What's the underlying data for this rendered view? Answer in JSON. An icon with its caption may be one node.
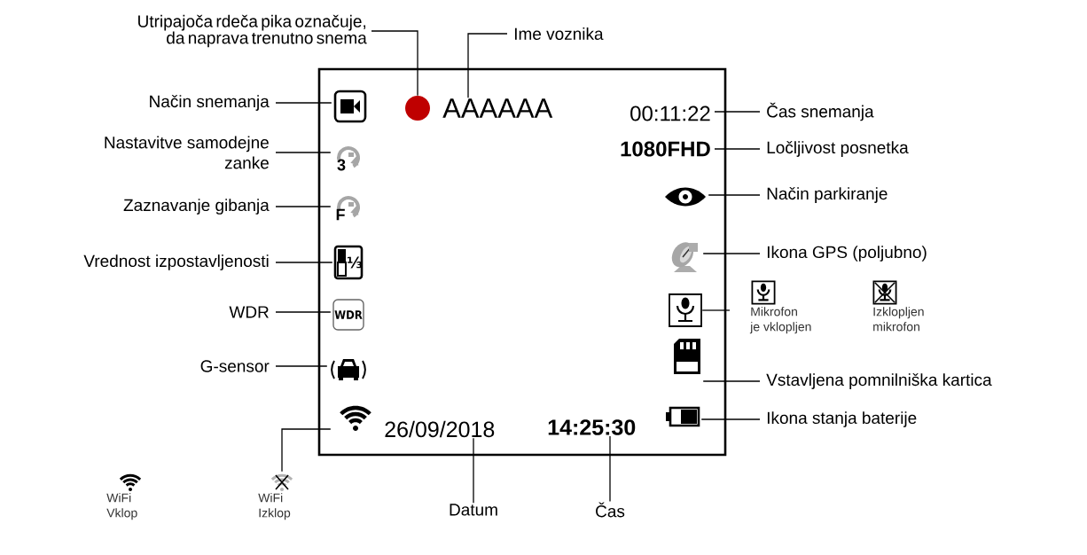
{
  "diagram": {
    "nodes": [
      {
        "text": [],
        "shape": "box"
      },
      {
        "text": [
          "Utripajoča rdeča pika označuje, da naprava trenutno snema"
        ]
      },
      {
        "text": [],
        "shape": "circle",
        "in": 0
      },
      {
        "text": [
          "Ime voznika"
        ]
      },
      {
        "text": [
          "AAAAAA"
        ],
        "in": 0
      },
      {
        "text": [
          "Način snemanja"
        ]
      },
      {
        "text": [],
        "shape": "picture",
        "in": 0
      },
      {
        "text": [
          "Nastavitve samodejne zanke"
        ]
      },
      {
        "text": [
          "3"
        ],
        "in": 0
      },
      {
        "text": [
          "Zaznavanje gibanja"
        ]
      },
      {
        "text": [
          "F"
        ],
        "in": 0
      },
      {
        "text": [
          "Vrednost izpostavljenosti"
        ]
      },
      {
        "text": [
          "⅓"
        ],
        "in": 0
      },
      {
        "text": [
          "WDR"
        ]
      },
      {
        "text": [
          "WDR"
        ],
        "in": 0
      },
      {
        "text": [
          "G-sensor"
        ]
      },
      {
        "text": [],
        "shape": "picture",
        "in": 0
      },
      {
        "text": [],
        "shape": "picture",
        "in": 0
      },
      {
        "text": [
          "26/09/2018"
        ],
        "in": 0
      },
      {
        "text": [
          "14:25:30"
        ],
        "in": 0
      },
      {
        "text": [
          "00:11:22"
        ],
        "in": 0
      },
      {
        "text": [
          "Čas snemanja"
        ]
      },
      {
        "text": [
          "1080FHD"
        ],
        "in": 0
      },
      {
        "text": [
          "Ločljivost posnetka"
        ]
      },
      {
        "text": [],
        "shape": "picture",
        "in": 0
      },
      {
        "text": [
          "Način parkiranje"
        ]
      },
      {
        "text": [],
        "shape": "picture",
        "in": 0
      },
      {
        "text": [
          "Ikona GPS (poljubno)"
        ]
      },
      {
        "text": [],
        "shape": "picture",
        "in": 0
      },
      {
        "text": [],
        "shape": "picture",
        "beside": [
          "Mikrofon je vklopljen"
        ]
      },
      {
        "text": [],
        "shape": "picture",
        "beside": [
          "Izklopljen mikrofon"
        ]
      },
      {
        "text": [],
        "shape": "picture",
        "in": 0
      },
      {
        "text": [
          "Vstavljena pomnilniška kartica"
        ]
      },
      {
        "text": [],
        "shape": "picture",
        "in": 0
      },
      {
        "text": [
          "Ikona stanja baterije"
        ]
      },
      {
        "text": [],
        "shape": "picture",
        "beside": [
          "WiFi Vklop"
        ]
      },
      {
        "text": [],
        "shape": "picture",
        "beside": [
          "WiFi Izklop"
        ]
      },
      {
        "text": [
          "Datum"
        ]
      },
      {
        "text": [
          "Čas"
        ]
      }
    ],
    "edges": [
      {
        "from": 1,
        "to": 2,
        "arrow": "none"
      },
      {
        "from": 3,
        "to": 4,
        "arrow": "none"
      },
      {
        "from": 5,
        "to": 6,
        "arrow": "none"
      },
      {
        "from": 7,
        "to": 8,
        "arrow": "none"
      },
      {
        "from": 9,
        "to": 10,
        "arrow": "none"
      },
      {
        "from": 11,
        "to": 12,
        "arrow": "none"
      },
      {
        "from": 13,
        "to": 14,
        "arrow": "none"
      },
      {
        "from": 15,
        "to": 16,
        "arrow": "none"
      },
      {
        "from": 21,
        "to": 20,
        "arrow": "none"
      },
      {
        "from": 23,
        "to": 22,
        "arrow": "none"
      },
      {
        "from": 25,
        "to": 24,
        "arrow": "none"
      },
      {
        "from": 27,
        "to": 26,
        "arrow": "none"
      },
      {
        "from": 28,
        "to": null,
        "arrow": "none"
      },
      {
        "from": 32,
        "to": 31,
        "arrow": "none"
      },
      {
        "from": 34,
        "to": 33,
        "arrow": "none"
      },
      {
        "from": 36,
        "to": 17,
        "arrow": "none"
      },
      {
        "from": 37,
        "to": 18,
        "arrow": "none"
      },
      {
        "from": 38,
        "to": 19,
        "arrow": "none"
      }
    ]
  }
}
